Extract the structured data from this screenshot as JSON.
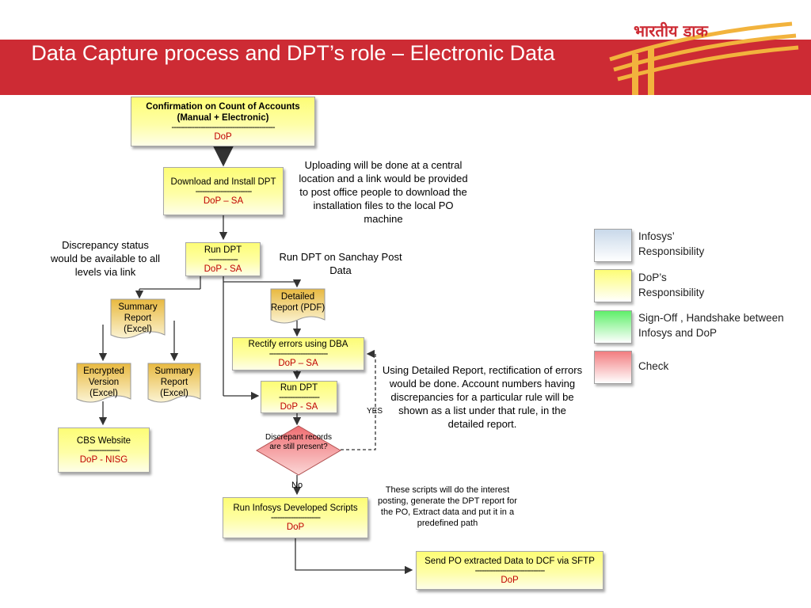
{
  "header": {
    "title": "Data Capture process and DPT’s role – Electronic Data",
    "logo_text": "भारतीय डाक"
  },
  "nodes": {
    "confirm": {
      "main": "Confirmation on Count of Accounts (Manual + Electronic)",
      "dash": "----------------------------------------------",
      "owner": "DoP"
    },
    "download": {
      "main": "Download and Install DPT",
      "dash": "-------------------------",
      "owner": "DoP – SA"
    },
    "run_dpt_1": {
      "main": "Run DPT",
      "dash": "-------------",
      "owner": "DoP - SA"
    },
    "detailed_report": {
      "main": "Detailed Report (PDF)"
    },
    "summary_report_1": {
      "main": "Summary Report (Excel)"
    },
    "rectify": {
      "main": "Rectify errors using  DBA",
      "dash": "--------------------------",
      "owner": "DoP – SA"
    },
    "encrypted": {
      "main": "Encrypted Version (Excel)"
    },
    "summary_report_2": {
      "main": "Summary Report (Excel)"
    },
    "run_dpt_2": {
      "main": "Run DPT",
      "dash": "------------------",
      "owner": "DoP - SA"
    },
    "cbs": {
      "main": "CBS Website",
      "dash": "--------------",
      "owner": "DoP - NISG"
    },
    "decision": {
      "main": "Discrepant records are still present?"
    },
    "run_scripts": {
      "main": "Run Infosys Developed Scripts",
      "dash": "----------------------",
      "owner": "DoP"
    },
    "send_po": {
      "main": "Send PO extracted Data to DCF via SFTP",
      "dash": "-------------------------------",
      "owner": "DoP"
    }
  },
  "edge_labels": {
    "yes": "YES",
    "no": "No"
  },
  "notes": {
    "uploading": "Uploading will be done at a central location and a link would be provided to post office people to download the installation files to the local PO machine",
    "discrepancy": "Discrepancy status would be available to all levels via link",
    "run_sanchay": "Run DPT on Sanchay Post Data",
    "detailed_usage": "Using Detailed Report, rectification of errors would be done. Account numbers having discrepancies for a particular rule will be shown as a list under that rule, in the detailed report.",
    "scripts": "These scripts will do the interest posting, generate the DPT report for the PO, Extract data and put it in a predefined path"
  },
  "legend": [
    {
      "label_line1": "Infosys’",
      "label_line2": "Responsibility",
      "color": "#c9d9ea"
    },
    {
      "label_line1": "DoP’s",
      "label_line2": "Responsibility",
      "color": "#fdfd76"
    },
    {
      "label_line1": "Sign-Off , Handshake between",
      "label_line2": "Infosys and DoP",
      "color": "#5fef6a"
    },
    {
      "label_line1": "Check",
      "label_line2": "",
      "color": "#f27d80"
    }
  ],
  "colors": {
    "header": "#cd2b34",
    "owner_text": "#c00000",
    "box_fill": "#fdfd76",
    "check_fill": "#f27d80"
  }
}
